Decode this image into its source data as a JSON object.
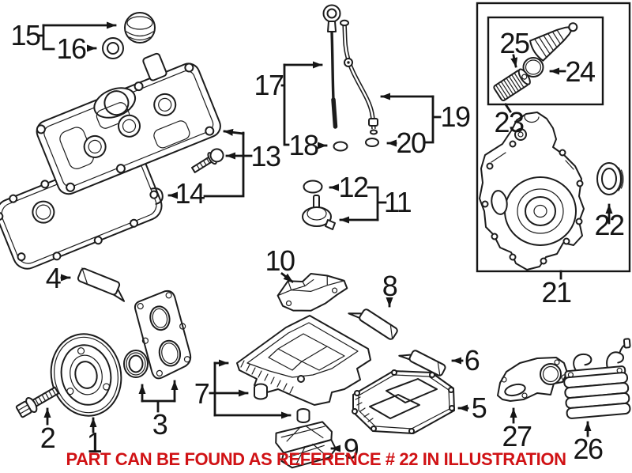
{
  "figure": {
    "kind": "exploded-parts-illustration",
    "subject": "engine oil system / valve cover / oil pan parts diagram"
  },
  "colors": {
    "line": "#1c1c1c",
    "background": "#ffffff",
    "note": "#d01215"
  },
  "note": {
    "text": "PART CAN BE FOUND AS REFERENCE # 22 IN ILLUSTRATION",
    "highlighted_reference": "22"
  },
  "callouts": {
    "c1": "1",
    "c2": "2",
    "c3": "3",
    "c4": "4",
    "c5": "5",
    "c6": "6",
    "c7": "7",
    "c8": "8",
    "c9": "9",
    "c10": "10",
    "c11": "11",
    "c12": "12",
    "c13": "13",
    "c14": "14",
    "c15": "15",
    "c16": "16",
    "c17": "17",
    "c18": "18",
    "c19": "19",
    "c20": "20",
    "c21": "21",
    "c22": "22",
    "c23": "23",
    "c24": "24",
    "c25": "25",
    "c26": "26",
    "c27": "27"
  }
}
